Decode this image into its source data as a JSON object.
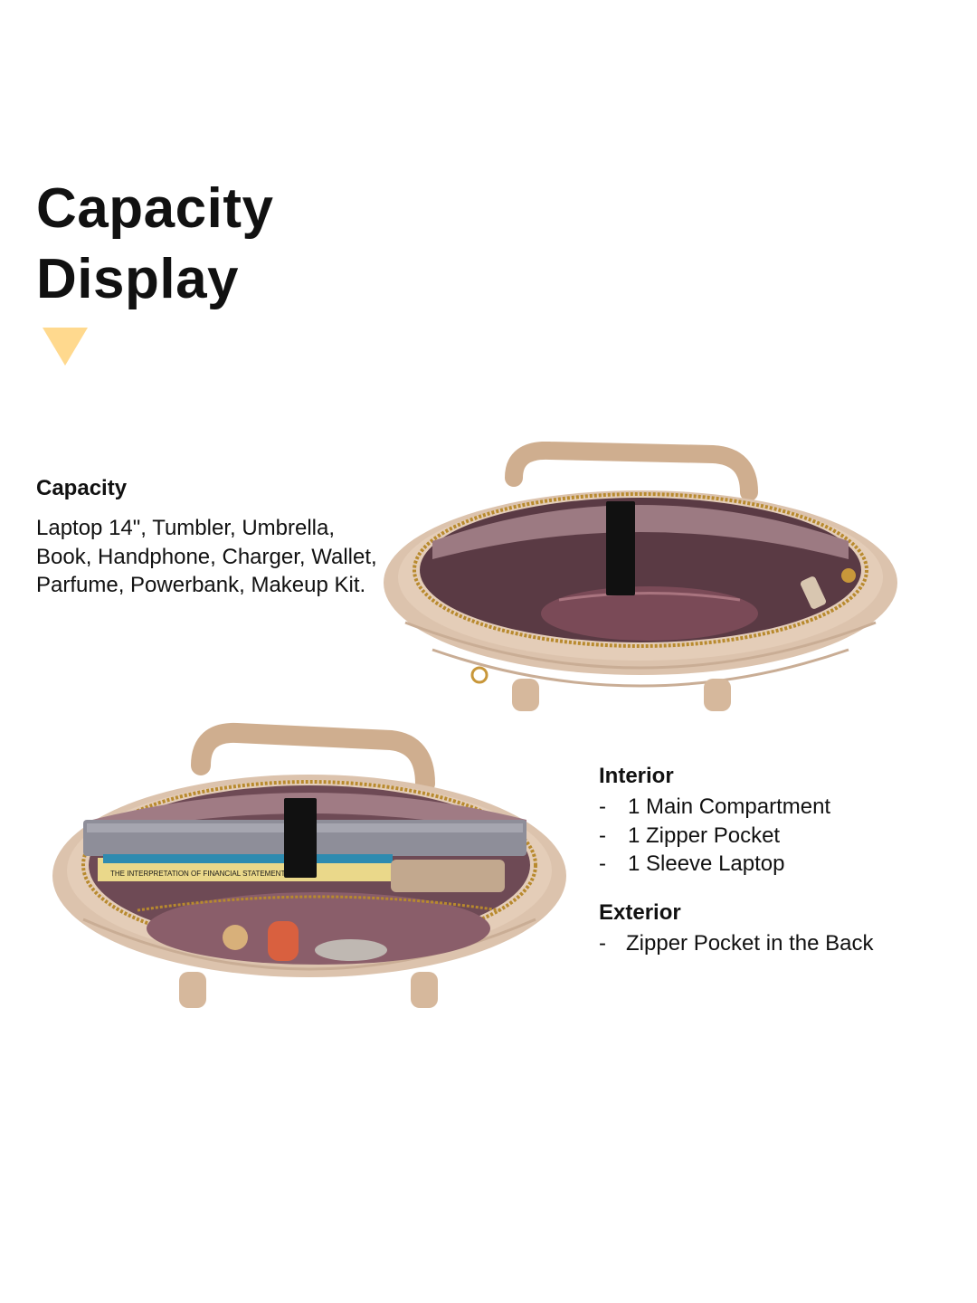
{
  "title": {
    "line1": "Capacity",
    "line2": "Display"
  },
  "colors": {
    "accent": "#FFD98E",
    "bag_outer": "#D9BEA6",
    "bag_lining": "#6E4A55"
  },
  "capacity": {
    "heading": "Capacity",
    "text": "Laptop 14\", Tumbler, Umbrella, Book, Handphone, Charger, Wallet, Parfume, Powerbank, Makeup Kit."
  },
  "interior": {
    "heading": "Interior",
    "items": [
      {
        "dash": "-",
        "label": "1 Main Compartment"
      },
      {
        "dash": "-",
        "label": "1 Zipper Pocket"
      },
      {
        "dash": "-",
        "label": "1 Sleeve Laptop"
      }
    ]
  },
  "exterior": {
    "heading": "Exterior",
    "items": [
      {
        "dash": "-",
        "label": "Zipper Pocket in the Back"
      }
    ]
  },
  "photos": {
    "top": {
      "icon": "bag-empty-photo"
    },
    "bottom": {
      "icon": "bag-filled-photo",
      "book_text": "THE INTERPRETATION OF FINANCIAL STATEMENTS"
    }
  }
}
